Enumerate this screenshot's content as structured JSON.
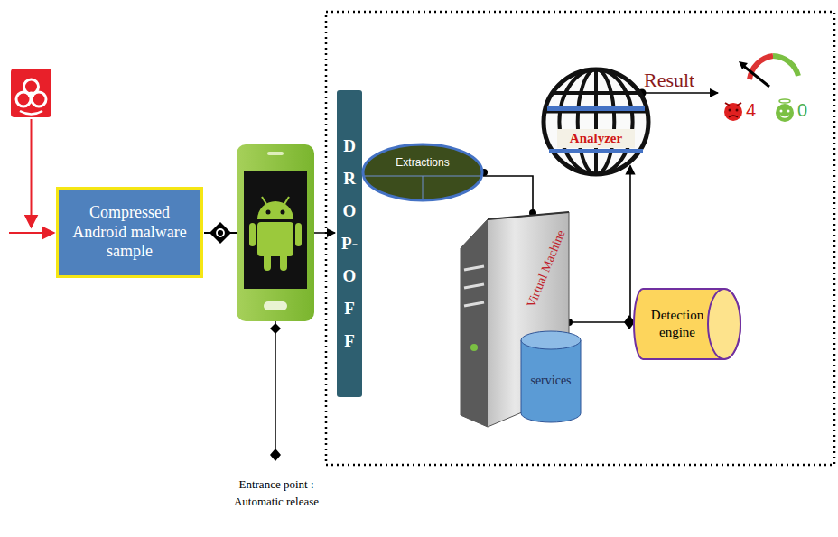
{
  "diagram": {
    "nodes": [
      {
        "text": [
          "Compressed Android malware sample"
        ]
      },
      {
        "text": [
          "DROP-OFF"
        ]
      },
      {
        "text": [
          "Extractions"
        ]
      },
      {
        "text": [
          "Virtual Machine"
        ]
      },
      {
        "text": [
          "services"
        ],
        "in": 3
      },
      {
        "text": [
          "Analyzer"
        ]
      },
      {
        "text": [
          "Detection engine"
        ]
      }
    ],
    "edges": [
      {
        "from": 2,
        "to": 3,
        "arrow": "none"
      },
      {
        "from": 3,
        "to": 6,
        "arrow": "none"
      },
      {
        "from": 6,
        "to": 5,
        "arrow": "to"
      }
    ],
    "labels": [
      "Result",
      "4",
      "0",
      "Entrance point : Automatic release"
    ]
  }
}
